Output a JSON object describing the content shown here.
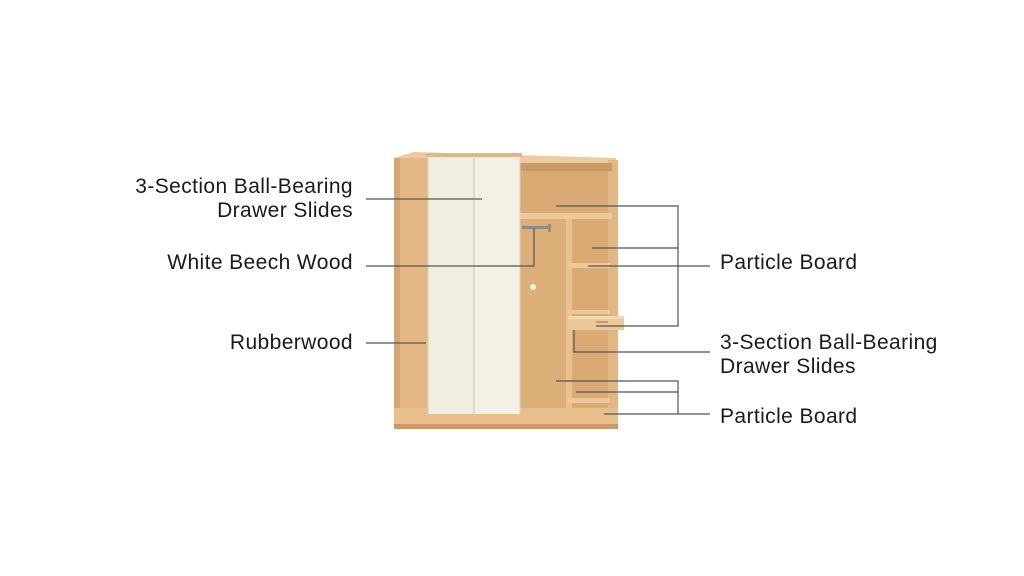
{
  "callouts": {
    "left": [
      {
        "lines": [
          "3-Section Ball-Bearing",
          "Drawer Slides"
        ]
      },
      {
        "lines": [
          "White Beech Wood"
        ]
      },
      {
        "lines": [
          "Rubberwood"
        ]
      }
    ],
    "right": [
      {
        "lines": [
          "Particle Board"
        ]
      },
      {
        "lines": [
          "3-Section Ball-Bearing",
          "Drawer Slides"
        ]
      },
      {
        "lines": [
          "Particle Board"
        ]
      }
    ]
  },
  "colors": {
    "wood": "#e2b783",
    "wood_dark": "#c99a66",
    "wood_light": "#eccba0",
    "door": "#f0eedf",
    "door_shadow": "#dcd8c5",
    "leader": "#555555",
    "text": "#1a1a1a"
  }
}
